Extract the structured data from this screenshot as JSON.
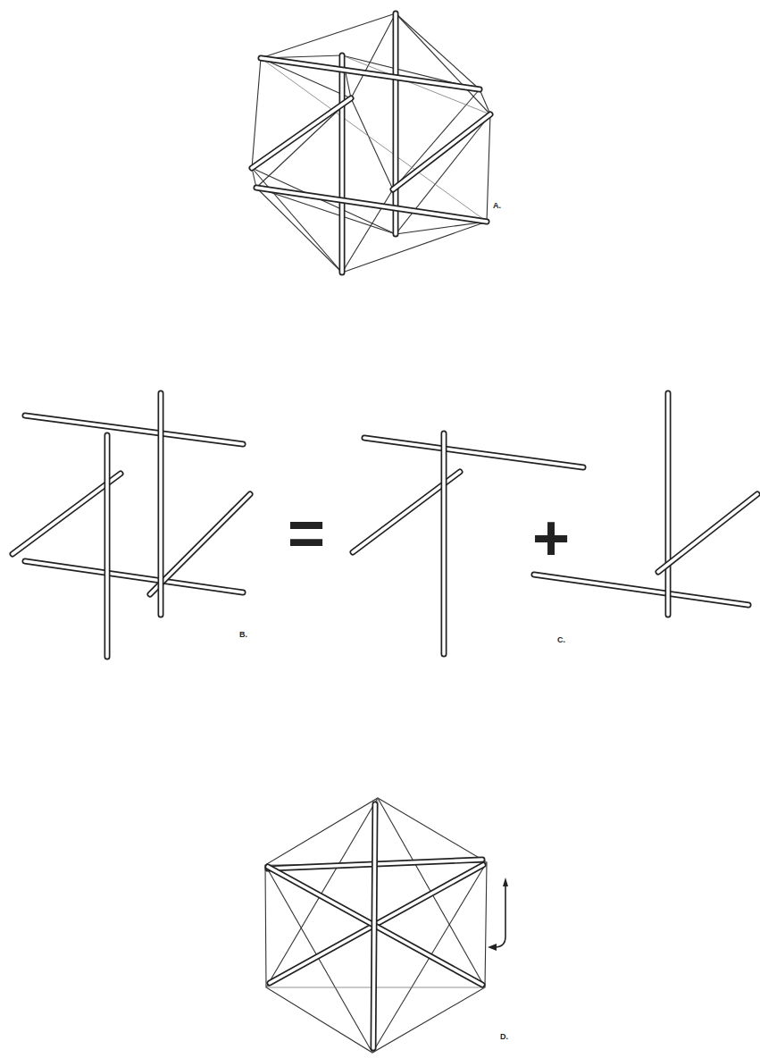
{
  "diagram": {
    "labels": [
      "A.",
      "B.",
      "=",
      "+",
      "C.",
      "D."
    ]
  }
}
